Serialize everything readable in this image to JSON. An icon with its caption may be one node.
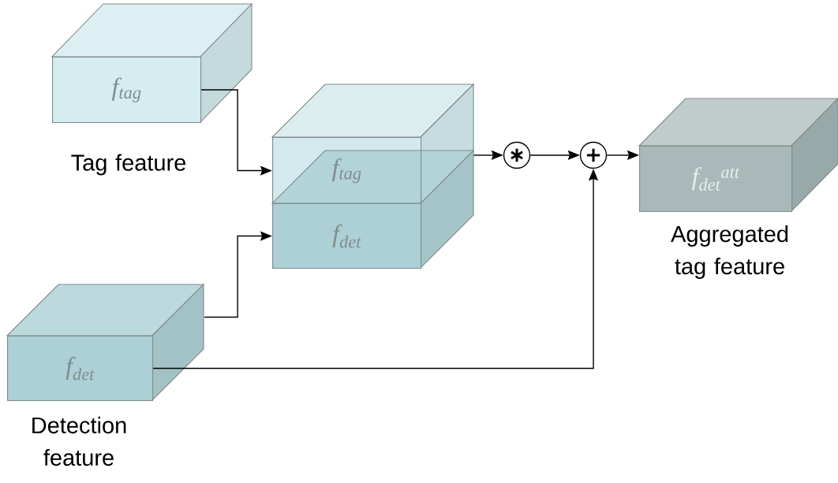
{
  "diagram": {
    "nodes": [
      {
        "text": [
          "f$_{tag}$"
        ],
        "beside": [
          "Tag feature"
        ]
      },
      {
        "text": [],
        "shape": "box"
      },
      {
        "text": [
          "f$_{tag}$"
        ],
        "in": 1
      },
      {
        "text": [
          "f$_{det}$"
        ],
        "in": 1
      },
      {
        "text": [
          "f$_{det}$"
        ],
        "beside": [
          "Detection feature"
        ]
      },
      {
        "text": [
          "∗"
        ]
      },
      {
        "text": [
          "+"
        ]
      },
      {
        "text": [
          "f$_{det}$$^{att}$"
        ],
        "beside": [
          "Aggregated tag feature"
        ]
      }
    ],
    "edges": [
      {
        "from": 0,
        "to": 2,
        "arrow": "to"
      },
      {
        "from": 4,
        "to": 3,
        "arrow": "to"
      },
      {
        "from": 1,
        "to": 5,
        "arrow": "to"
      },
      {
        "from": 5,
        "to": 6,
        "arrow": "to"
      },
      {
        "from": 6,
        "to": 7,
        "arrow": "to"
      },
      {
        "from": 4,
        "to": 6,
        "arrow": "to"
      }
    ]
  }
}
